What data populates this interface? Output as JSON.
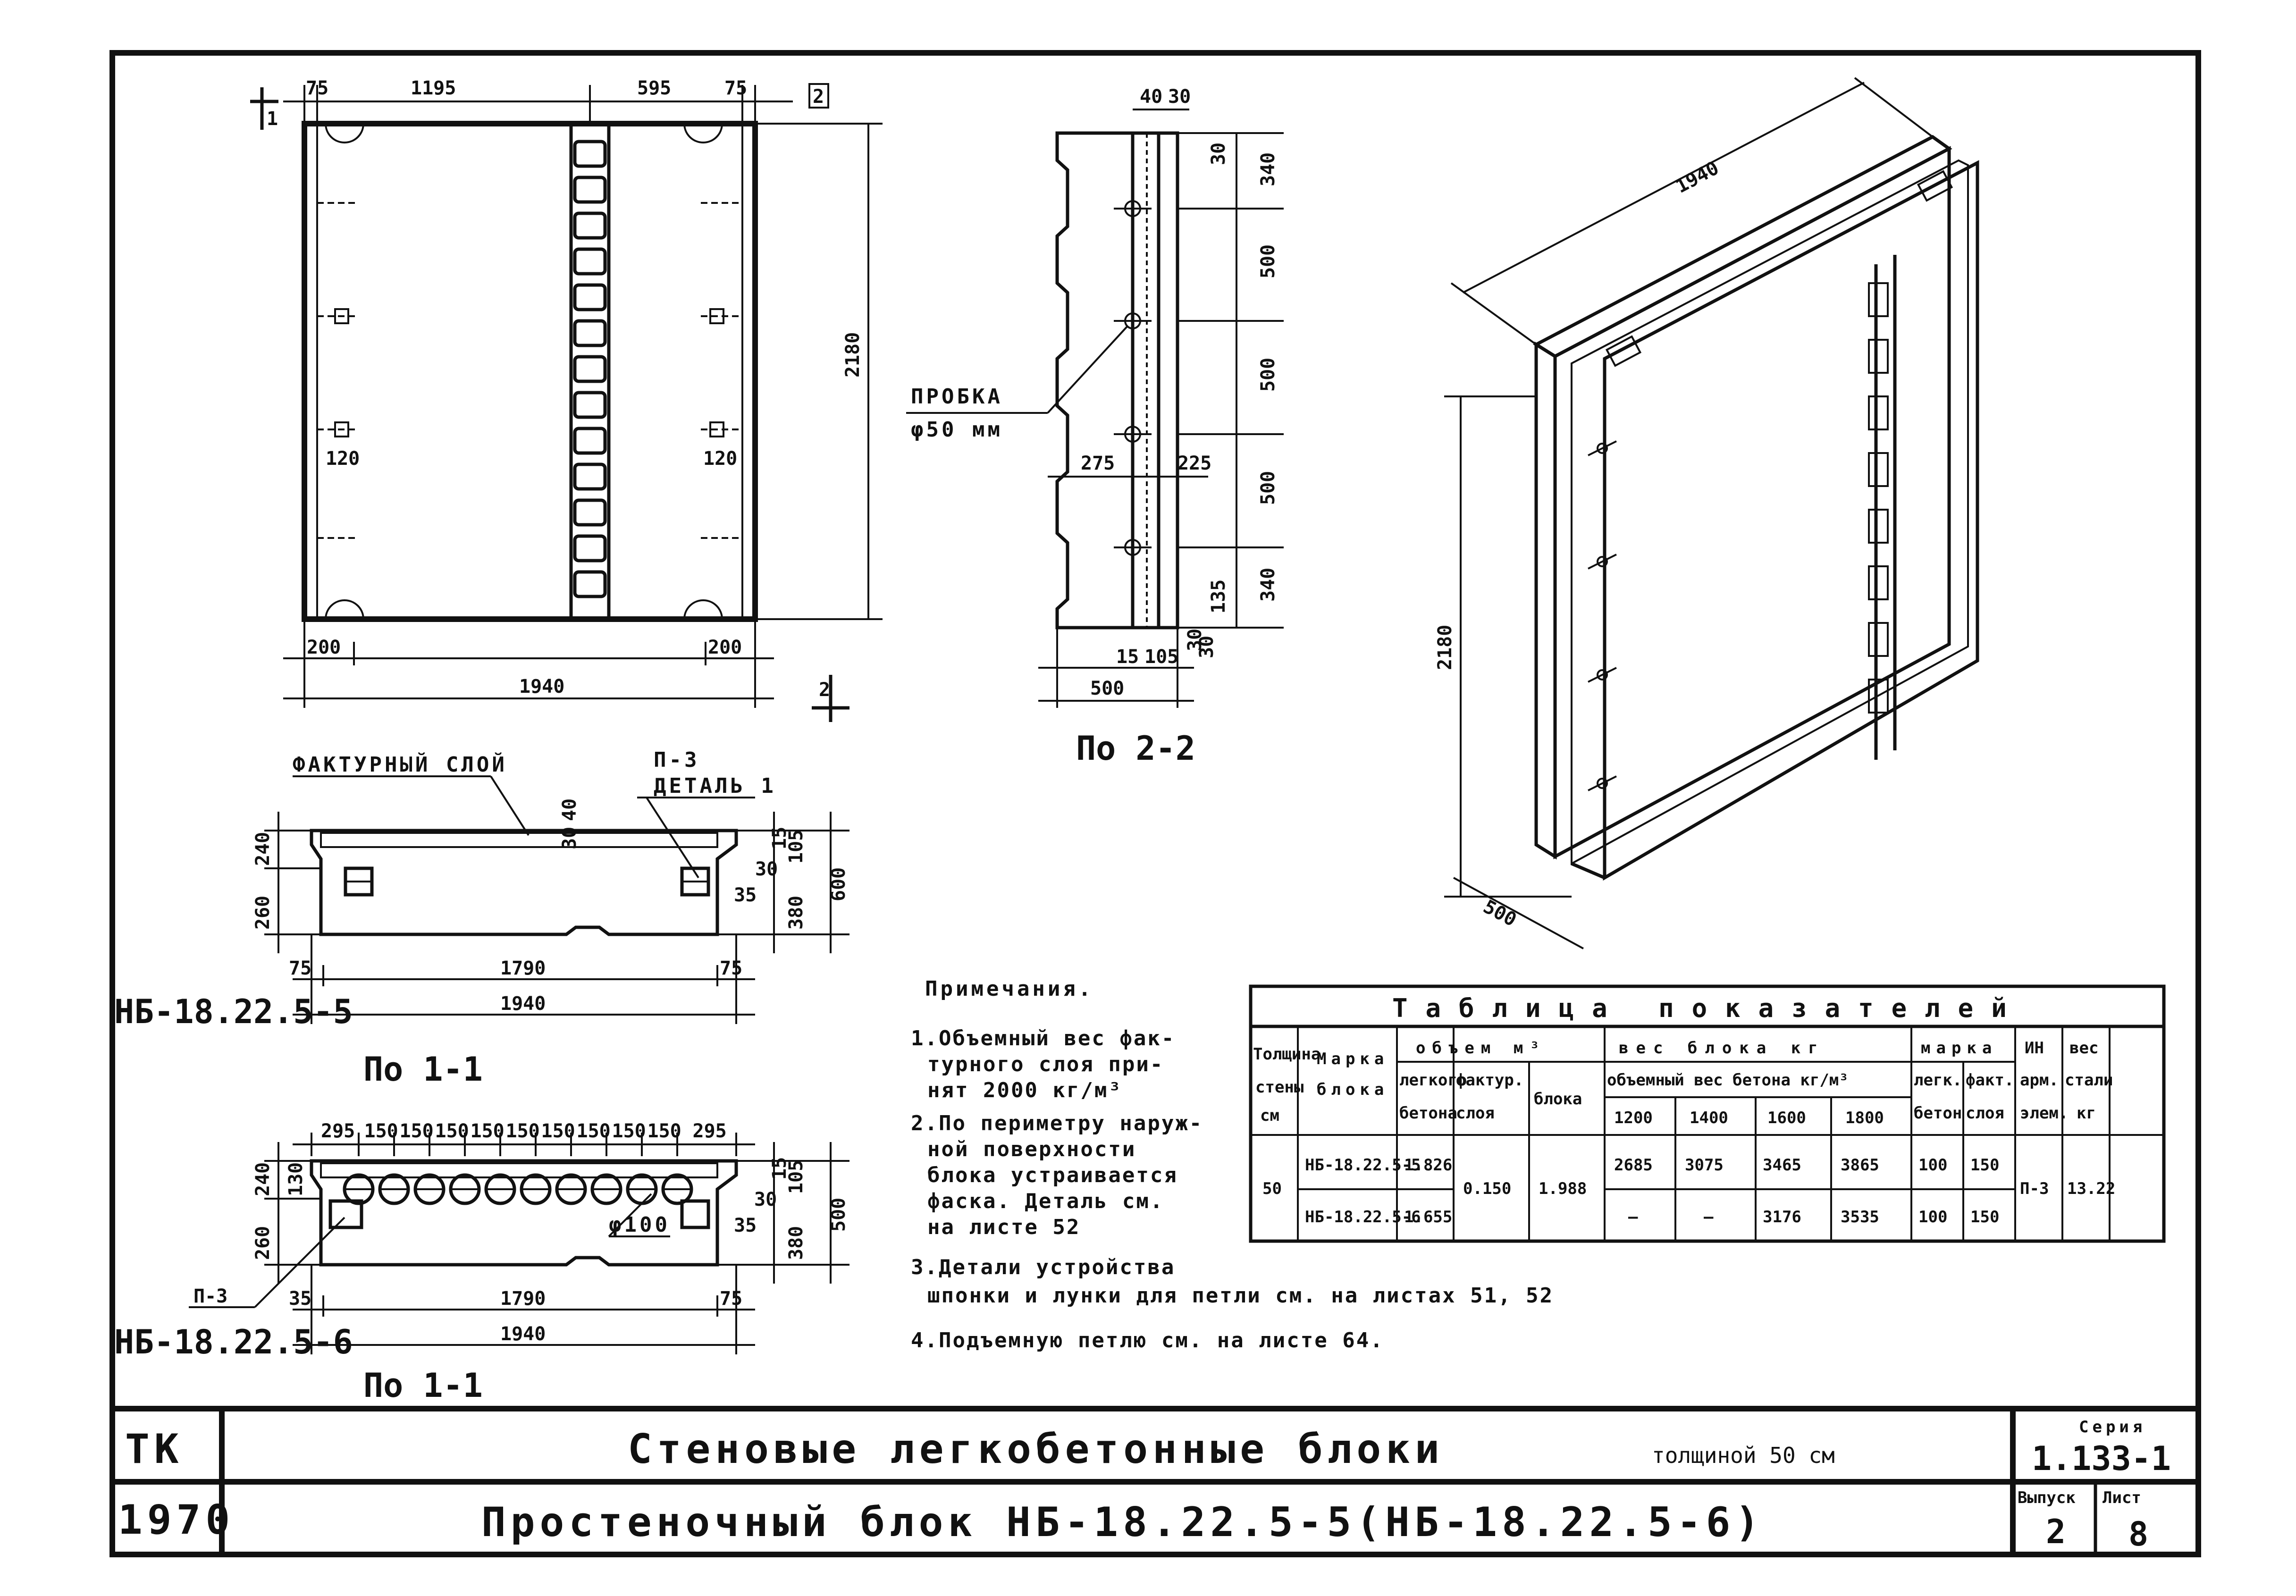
{
  "plan_view": {
    "dims_top": [
      "75",
      "1195",
      "595",
      "75",
      "2"
    ],
    "dims_bottom": [
      "200",
      "200",
      "1940"
    ],
    "dims_inner": [
      "120",
      "120"
    ],
    "height": "2180",
    "marker_1": "1",
    "marker_2": "2"
  },
  "section_2_2": {
    "dims_top": [
      "40",
      "30"
    ],
    "dims_right": [
      "340",
      "500",
      "500",
      "500",
      "340"
    ],
    "dims_small_right": [
      "30",
      "30",
      "135"
    ],
    "plug_label": "ПРОБКА",
    "plug_size": "φ50 мм",
    "dims_mid": [
      "275",
      "225"
    ],
    "dims_bottom": [
      "15",
      "105",
      "500",
      "30"
    ],
    "caption": "По 2-2"
  },
  "section_1_1_a": {
    "layer_label": "ФАКТУРНЫЙ СЛОЙ",
    "ref_label": "П-3",
    "detail_label": "ДЕТАЛЬ 1",
    "dims_left": [
      "240",
      "260"
    ],
    "dims_inner": [
      "40",
      "30"
    ],
    "dims_right": [
      "30",
      "15",
      "105",
      "35",
      "380",
      "600"
    ],
    "dims_bottom": [
      "75",
      "1790",
      "75",
      "1940"
    ],
    "block_mark": "НБ-18.22.5-5",
    "caption": "По 1-1"
  },
  "section_1_1_b": {
    "dims_top": [
      "295",
      "150",
      "150",
      "150",
      "150",
      "150",
      "150",
      "150",
      "150",
      "150",
      "295"
    ],
    "dims_left": [
      "240",
      "130",
      "260"
    ],
    "dims_right": [
      "30",
      "15",
      "105",
      "35",
      "380",
      "500"
    ],
    "hole_label": "φ100",
    "ref_label": "П-3",
    "dims_bottom": [
      "35",
      "1790",
      "75",
      "1940"
    ],
    "block_mark": "НБ-18.22.5-6",
    "caption": "По 1-1"
  },
  "axonometric": {
    "length": "1940",
    "height": "2180",
    "width": "500"
  },
  "notes": {
    "title": "Примечания.",
    "items": [
      [
        "1.Объемный вес фак-",
        "турного слоя при-",
        "нят 2000 кг/м³"
      ],
      [
        "2.По периметру наруж-",
        "ной поверхности",
        "блока устраивается",
        "фаска. Деталь см.",
        "на листе 52"
      ],
      [
        "3.Детали устройства",
        "шпонки и лунки для петли см. на листах 51, 52"
      ],
      [
        "4.Подъемную петлю см. на листе 64."
      ]
    ]
  },
  "table": {
    "title": "Таблица показателей",
    "h_thickness": [
      "Толщина",
      "стены",
      "см"
    ],
    "h_mark": [
      "Марка",
      "блока"
    ],
    "h_volume": "объем м³",
    "h_vol_light": [
      "легкого",
      "бетона"
    ],
    "h_vol_fact": [
      "фактур.",
      "слоя"
    ],
    "h_vol_block": "блока",
    "h_weight": "вес блока кг",
    "h_density": "объемный вес бетона кг/м³",
    "densities": [
      "1200",
      "1400",
      "1600",
      "1800"
    ],
    "h_brand": "марка",
    "h_brand_light": [
      "легк.",
      "бетон"
    ],
    "h_brand_fact": [
      "факт.",
      "слоя"
    ],
    "h_arm": [
      "ИН",
      "арм.",
      "элем."
    ],
    "h_steel": [
      "вес",
      "стали",
      "кг"
    ],
    "thickness": "50",
    "fact_volume": "0.150",
    "block_volume": "1.988",
    "arm_element": "П-3",
    "steel_weight": "13.22",
    "rows": [
      {
        "mark": "НБ-18.22.5-5",
        "light_volume": "1.826",
        "w1200": "2685",
        "w1400": "3075",
        "w1600": "3465",
        "w1800": "3865",
        "brand_light": "100",
        "brand_fact": "150"
      },
      {
        "mark": "НБ-18.22.5-6",
        "light_volume": "1.655",
        "w1200": "—",
        "w1400": "—",
        "w1600": "3176",
        "w1800": "3535",
        "brand_light": "100",
        "brand_fact": "150"
      }
    ]
  },
  "title_block": {
    "org": "ТК",
    "year": "1970",
    "title_main": "Стеновые легкобетонные блоки",
    "title_suffix": "толщиной 50 см",
    "subtitle": "Простеночный блок НБ-18.22.5-5(НБ-18.22.5-6)",
    "series_label": "Серия",
    "series_value": "1.133-1",
    "issue_label": "Выпуск",
    "issue_value": "2",
    "sheet_label": "Лист",
    "sheet_value": "8"
  }
}
